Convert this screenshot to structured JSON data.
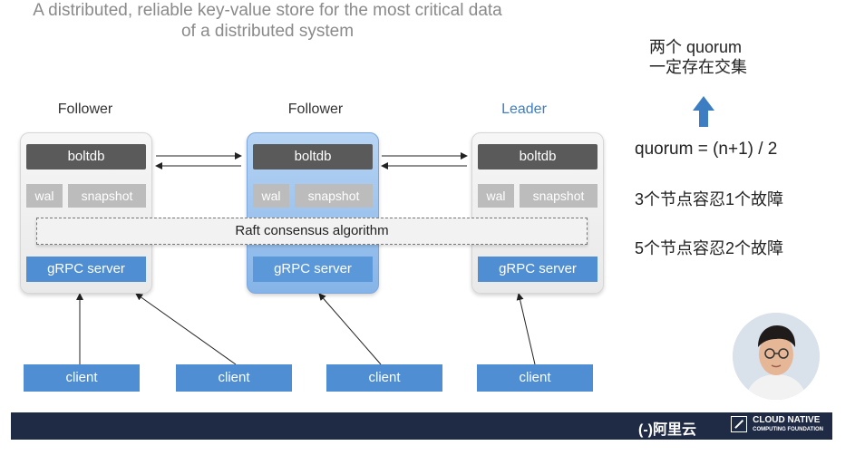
{
  "title_line1": "A distributed, reliable key-value store for the most critical data",
  "title_line2": "of a distributed system",
  "nodes": [
    {
      "role": "Follower",
      "boltdb": "boltdb",
      "wal": "wal",
      "snapshot": "snapshot",
      "grpc": "gRPC server"
    },
    {
      "role": "Follower",
      "boltdb": "boltdb",
      "wal": "wal",
      "snapshot": "snapshot",
      "grpc": "gRPC server"
    },
    {
      "role": "Leader",
      "boltdb": "boltdb",
      "wal": "wal",
      "snapshot": "snapshot",
      "grpc": "gRPC server"
    }
  ],
  "raft_label": "Raft consensus algorithm",
  "clients": [
    "client",
    "client",
    "client",
    "client"
  ],
  "notes": {
    "quorum_line1": "两个 quorum",
    "quorum_line2": "一定存在交集",
    "formula": "quorum = (n+1) / 2",
    "tolerance_3": "3个节点容忍1个故障",
    "tolerance_5": "5个节点容忍2个故障"
  },
  "footer": {
    "aliyun": "(-)阿里云",
    "cncf_line1": "CLOUD NATIVE",
    "cncf_line2": "COMPUTING FOUNDATION"
  },
  "colors": {
    "leader": "#3d7ec2",
    "grpc_blue": "#4f8ed2",
    "boltdb_gray": "#5a5a5a",
    "footer_navy": "#1f2a44"
  }
}
